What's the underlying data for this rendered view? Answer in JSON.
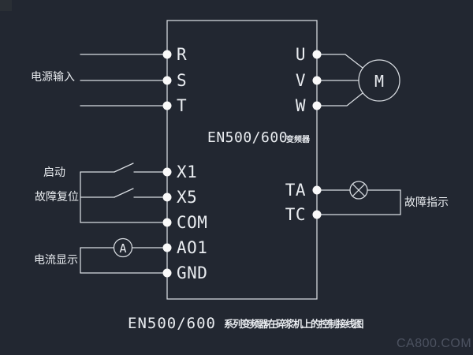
{
  "inverter": {
    "model": "EN500/600",
    "type_suffix": "变频器"
  },
  "terminals": {
    "left": [
      "R",
      "S",
      "T",
      "X1",
      "X5",
      "COM",
      "AO1",
      "GND"
    ],
    "right": [
      "U",
      "V",
      "W",
      "TA",
      "TC"
    ]
  },
  "annotations": {
    "power_input": "电源输入",
    "start": "启动",
    "fault_reset": "故障复位",
    "current_display": "电流显示",
    "fault_indicator": "故障指示"
  },
  "symbols": {
    "motor": "M",
    "ammeter": "A"
  },
  "caption": {
    "model": "EN500/600",
    "text": "系列变频器在碎浆机上的控制接线图"
  },
  "watermark": {
    "text": "CA800.COM"
  },
  "colors": {
    "background": "#222731",
    "corner_patch": "#2a2f35",
    "line": "#d9dde2",
    "dot": "#fafafa",
    "text": "#e9ecf0",
    "watermark": "#4c5260"
  }
}
